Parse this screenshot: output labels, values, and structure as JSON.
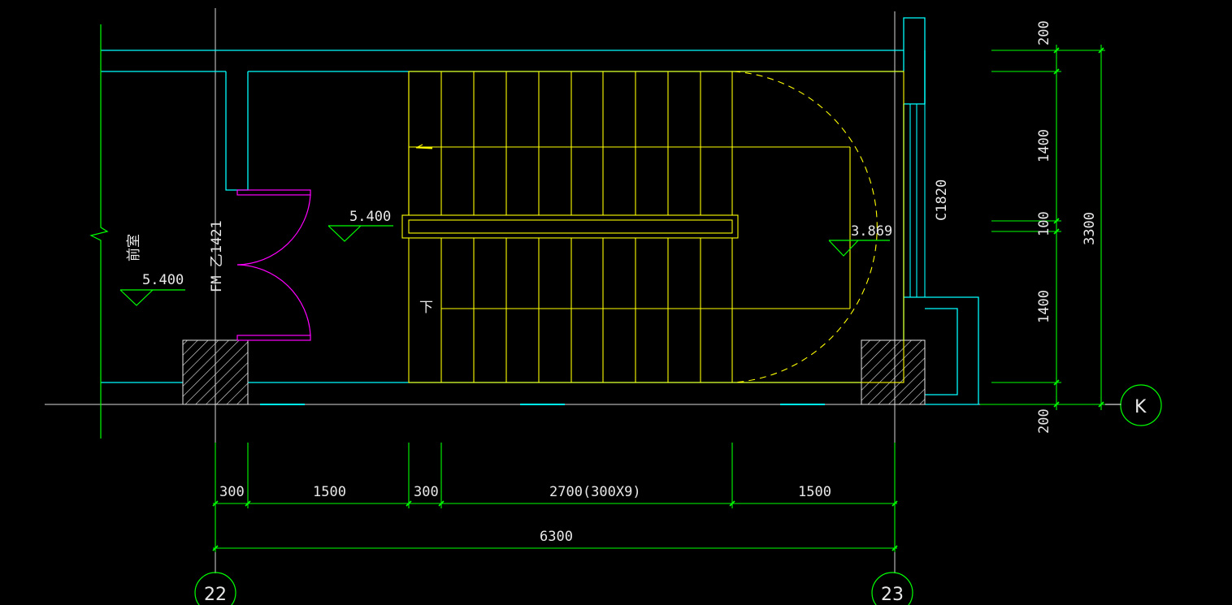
{
  "drawing": {
    "room_label": "前室",
    "door_label": "FM 乙1421",
    "window_label": "C1820",
    "stair_direction_label": "下",
    "elevations": {
      "landing_left": "5.400",
      "room": "5.400",
      "landing_right": "3.869"
    },
    "axes": {
      "left": "22",
      "right": "23",
      "row": "K"
    },
    "dims_horizontal": [
      "300",
      "1500",
      "300",
      "2700(300X9)",
      "1500"
    ],
    "dim_total_horizontal": "6300",
    "dims_vertical": [
      "200",
      "1400",
      "100",
      "1400",
      "200"
    ],
    "dim_total_vertical": "3300",
    "colors": {
      "background": "#000000",
      "wall": "#00ffff",
      "stair": "#ffff00",
      "door": "#ff00ff",
      "dimension": "#00ff00",
      "text": "#e8e8e8"
    }
  }
}
